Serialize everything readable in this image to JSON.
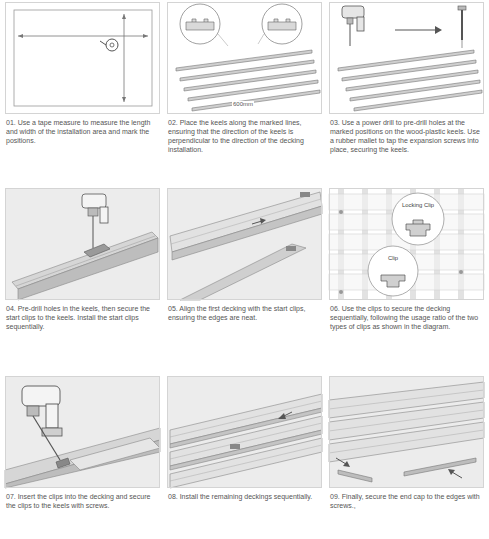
{
  "diagram": {
    "nodes": [
      {
        "text": [
          "01. Use a tape measure to measure the length and width of the installation area and mark the positions."
        ]
      },
      {
        "text": [
          "02. Place the keels along the marked lines, ensuring that the direction of the keels is perpendicular to the direction of the decking installation."
        ]
      },
      {
        "text": [
          "03. Use a power drill to pre-drill holes at the marked positions on the wood-plastic keels. Use a rubber mallet to tap the expansion screws into place, securing the keels."
        ]
      },
      {
        "text": [
          "04. Pre-drill holes in the keels, then secure the start clips to the keels. Install the start clips sequentially."
        ]
      },
      {
        "text": [
          "05. Align the first decking with the start clips, ensuring the edges are neat."
        ]
      },
      {
        "text": [
          "06. Use the clips to secure the decking sequentially, following the usage ratio of the two types of clips as shown in the diagram."
        ]
      },
      {
        "text": [
          "Locking Clip"
        ],
        "in": 5
      },
      {
        "text": [
          "Clip"
        ],
        "in": 5
      },
      {
        "text": [
          "07. Insert the clips into the decking and secure the clips to the keels with screws."
        ]
      },
      {
        "text": [
          "08. Install the remaining deckings sequentially."
        ]
      },
      {
        "text": [
          "09. Finally, secure the end cap to the edges with screws.,"
        ]
      }
    ],
    "labels": [
      "600mm"
    ]
  }
}
